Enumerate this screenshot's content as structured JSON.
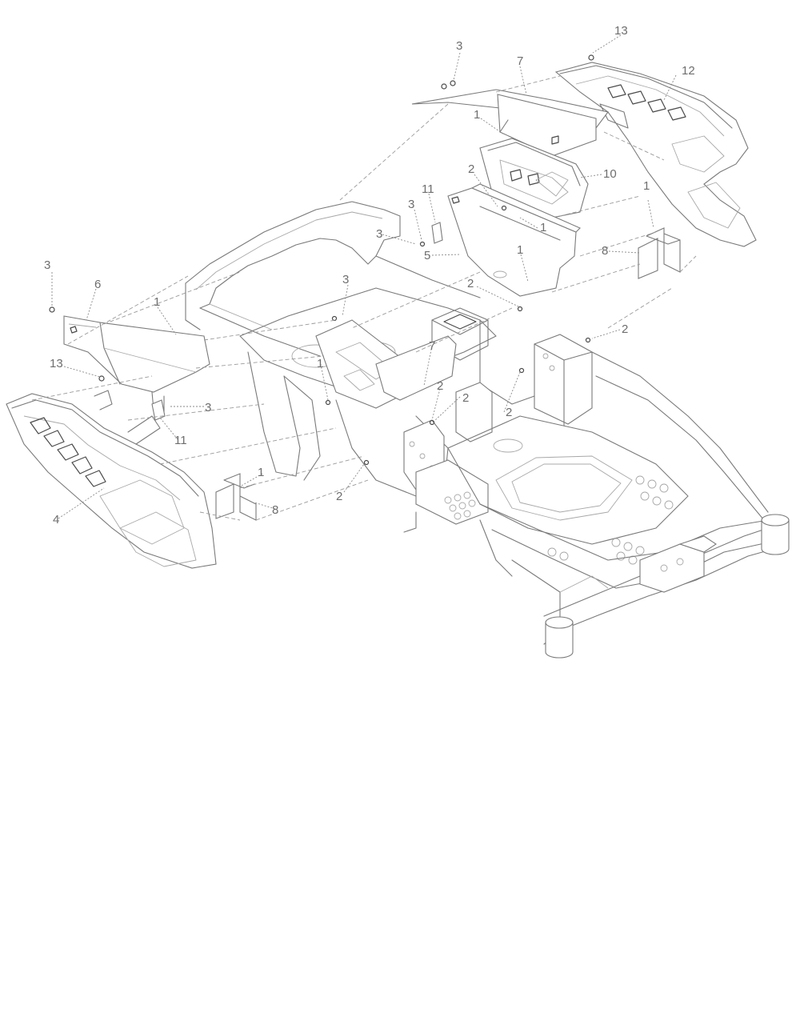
{
  "diagram": {
    "callouts": [
      {
        "label": "3"
      },
      {
        "label": "13"
      },
      {
        "label": "7"
      },
      {
        "label": "12"
      },
      {
        "label": "1"
      },
      {
        "label": "2"
      },
      {
        "label": "10"
      },
      {
        "label": "11"
      },
      {
        "label": "3"
      },
      {
        "label": "3"
      },
      {
        "label": "5"
      },
      {
        "label": "1"
      },
      {
        "label": "1"
      },
      {
        "label": "1"
      },
      {
        "label": "8"
      },
      {
        "label": "2"
      },
      {
        "label": "3"
      },
      {
        "label": "6"
      },
      {
        "label": "3"
      },
      {
        "label": "1"
      },
      {
        "label": "2"
      },
      {
        "label": "13"
      },
      {
        "label": "1"
      },
      {
        "label": "7"
      },
      {
        "label": "2"
      },
      {
        "label": "3"
      },
      {
        "label": "2"
      },
      {
        "label": "2"
      },
      {
        "label": "11"
      },
      {
        "label": "4"
      },
      {
        "label": "1"
      },
      {
        "label": "8"
      },
      {
        "label": "2"
      }
    ]
  }
}
